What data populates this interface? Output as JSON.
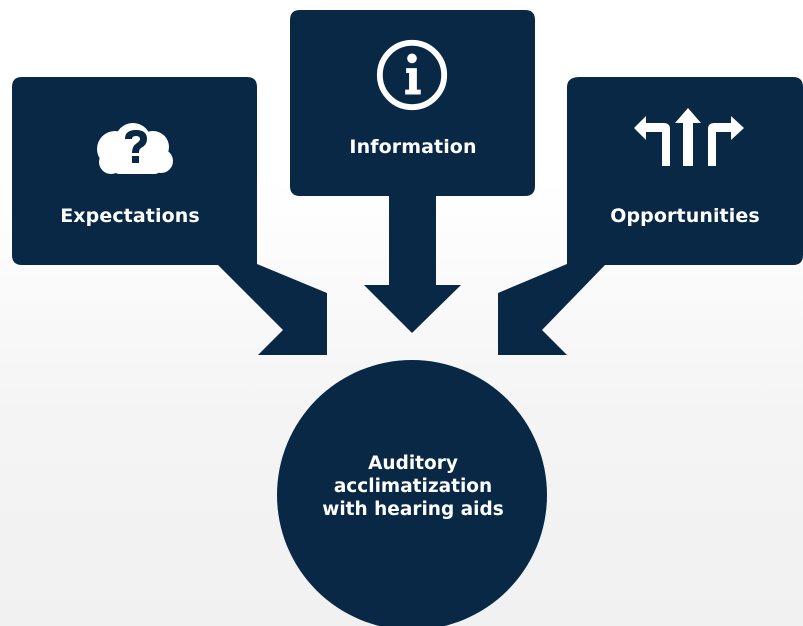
{
  "colors": {
    "navy": "#082845",
    "white": "#ffffff",
    "background": "#f2f2f2"
  },
  "nodes": {
    "expectations": {
      "label": "Expectations",
      "icon": "question-cloud-icon"
    },
    "information": {
      "label": "Information",
      "icon": "info-icon"
    },
    "opportunities": {
      "label": "Opportunities",
      "icon": "direction-arrows-icon"
    }
  },
  "center": {
    "label": "Auditory acclimatization with hearing aids"
  }
}
